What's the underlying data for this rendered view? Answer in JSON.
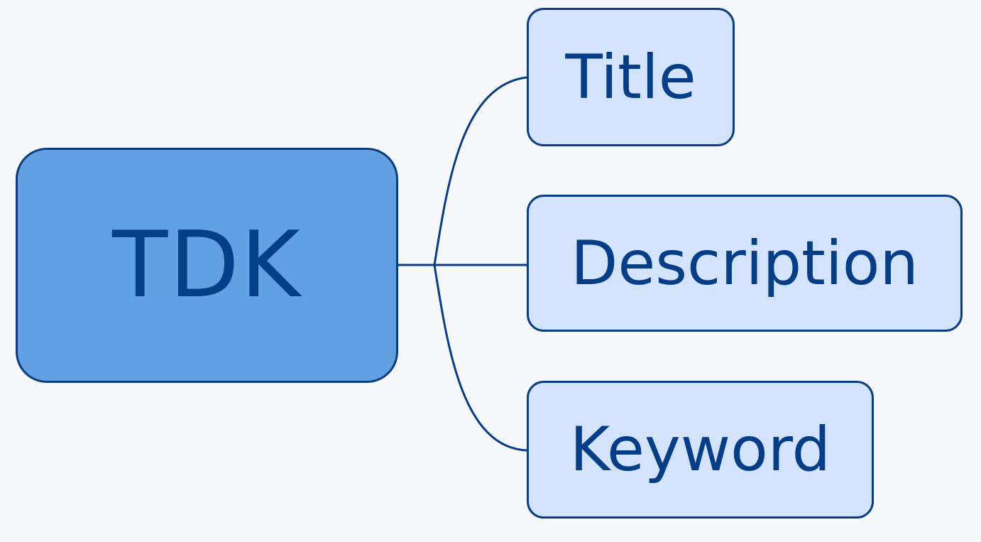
{
  "root": {
    "label": "TDK"
  },
  "children": [
    {
      "label": "Title"
    },
    {
      "label": "Description"
    },
    {
      "label": "Keyword"
    }
  ],
  "colors": {
    "background": "#f7f8fb",
    "root_fill": "#62a0e2",
    "child_fill": "#d3e3fb",
    "stroke": "#0a3d84",
    "text": "#053d86"
  }
}
